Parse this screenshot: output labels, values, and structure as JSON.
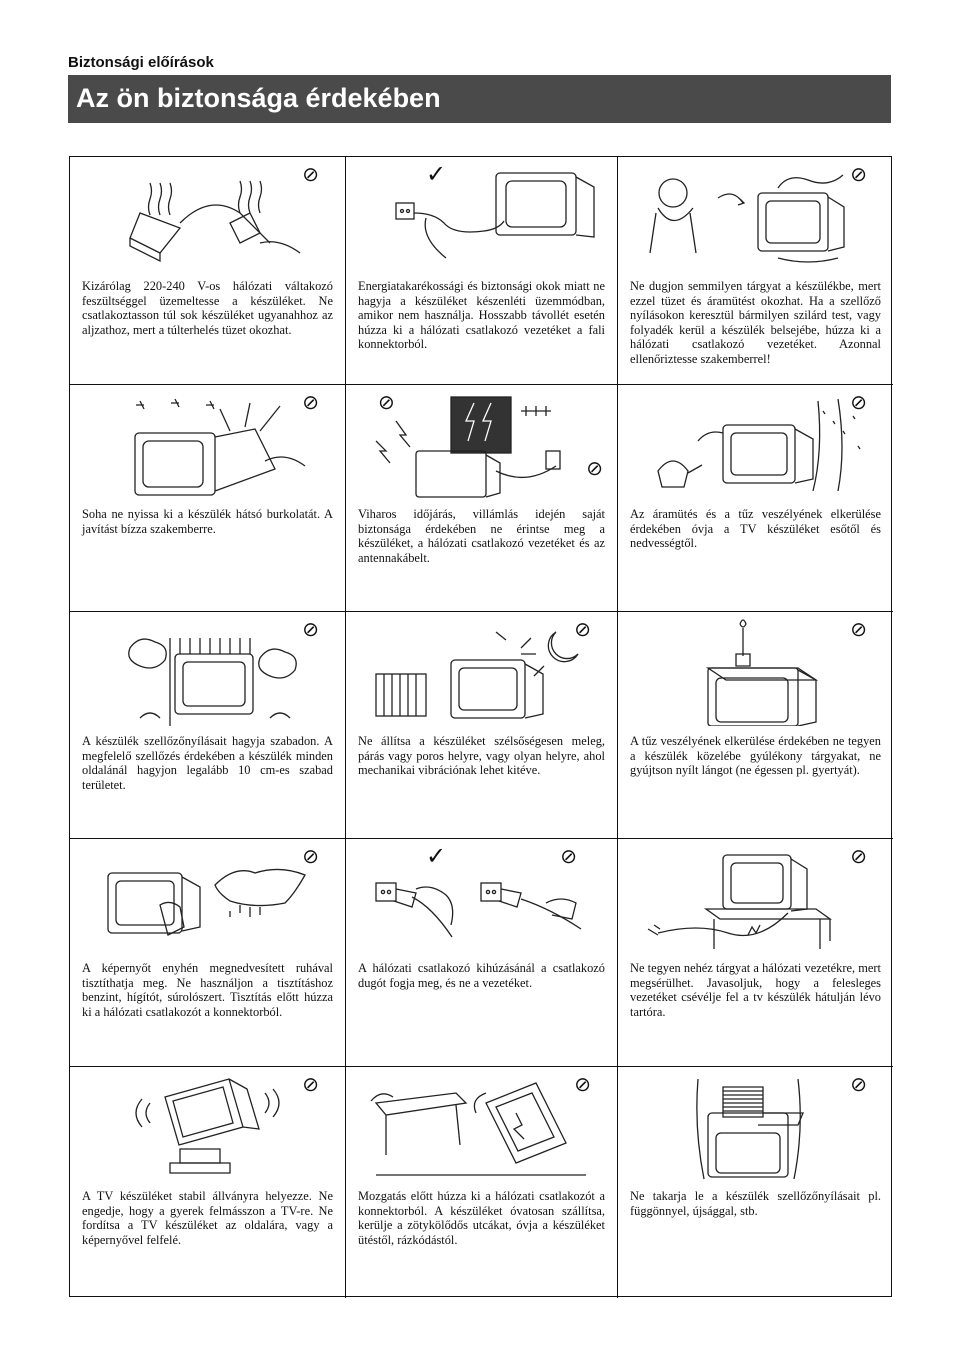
{
  "header": {
    "section": "Biztonsági előírások",
    "title": "Az ön biztonsága érdekében"
  },
  "icons": {
    "prohibited": "⊘",
    "allowed": "✓"
  },
  "cells": [
    {
      "text": "Kizárólag 220-240 V-os hálózati váltakozó feszültséggel üzemeltesse a készüléket. Ne csatlakoztasson túl sok készüléket ugyanahhoz az aljzathoz, mert a túlterhelés tüzet okozhat."
    },
    {
      "text": "Energiatakarékossági és biztonsági okok miatt ne hagyja a készüléket készenléti üzemmódban, amikor nem használja. Hosszabb távollét esetén húzza ki a hálózati csatlakozó vezetéket a fali konnektorból."
    },
    {
      "text": "Ne dugjon semmilyen tárgyat a készülékbe, mert ezzel tüzet és áramütést okozhat. Ha a szellőző nyílásokon keresztül bármilyen szilárd test, vagy folyadék kerül a készülék belsejébe, húzza ki a hálózati csatlakozó vezetéket. Azonnal ellenőriztesse szakemberrel!"
    },
    {
      "text": "Soha ne nyissa ki a készülék hátsó burkolatát. A javítást bízza szakemberre."
    },
    {
      "text": "Viharos időjárás, villámlás idején saját biztonsága érdekében ne érintse meg a készüléket, a hálózati csatlakozó vezetéket és az antennakábelt."
    },
    {
      "text": "Az áramütés és a tűz veszélyének elkerülése érdekében óvja a TV készüléket esőtől és nedvességtől."
    },
    {
      "text": "A készülék szellőzőnyílásait hagyja szabadon. A megfelelő szellőzés érdekében a készülék minden oldalánál hagyjon legalább 10 cm-es szabad területet."
    },
    {
      "text": "Ne állítsa a készüléket szélsőségesen meleg, párás vagy poros helyre, vagy olyan helyre, ahol mechanikai vibrációnak lehet kitéve."
    },
    {
      "text": "A tűz veszélyének elkerülése érdekében ne tegyen a készülék közelébe gyúlékony tárgyakat, ne gyújtson nyílt lángot (ne égessen pl. gyertyát)."
    },
    {
      "text": "A képernyőt enyhén megnedvesített ruhával tisztíthatja meg. Ne használjon a tisztításhoz benzint, hígítót, súrolószert. Tisztítás előtt húzza ki a hálózati csatlakozót a konnektorból."
    },
    {
      "text": "A hálózati csatlakozó kihúzásánál a csatlakozó dugót fogja meg, és ne a vezetéket."
    },
    {
      "text": "Ne tegyen nehéz tárgyat a hálózati vezetékre, mert megsérülhet. Javasoljuk, hogy a felesleges vezetéket csévélje fel a tv készülék hátulján lévo tartóra."
    },
    {
      "text": "A TV készüléket stabil állványra helyezze. Ne engedje, hogy a gyerek felmásszon a TV-re. Ne fordítsa a TV készüléket az oldalára, vagy a képernyővel felfelé."
    },
    {
      "text": "Mozgatás előtt húzza ki a hálózati csatlakozót a konnektorból. A készüléket óvatosan szállítsa, kerülje a zötykölődős utcákat, óvja a készüléket ütéstől, rázkódástól."
    },
    {
      "text": "Ne takarja le a készülék szellőzőnyílásait pl. függönnyel, újsággal, stb."
    }
  ]
}
